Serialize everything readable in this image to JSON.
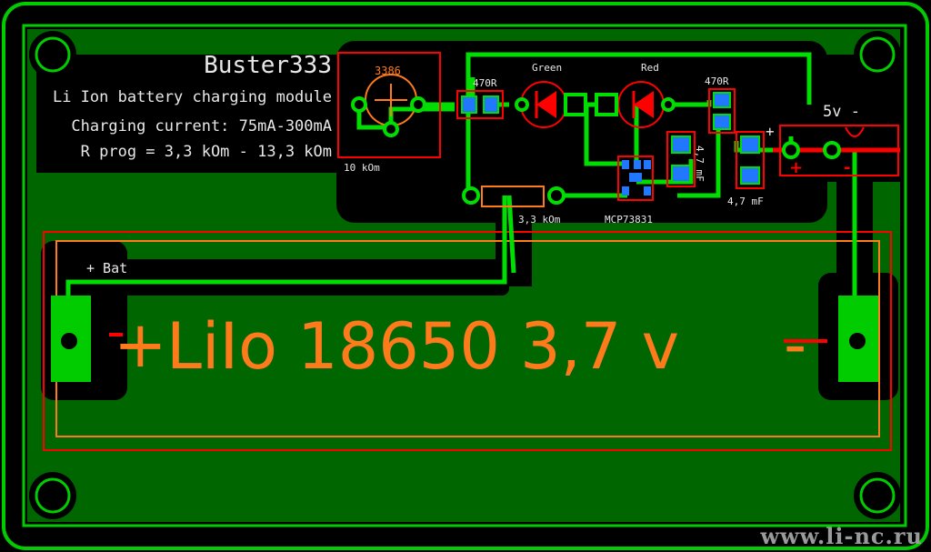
{
  "board": {
    "author": "Buster333",
    "description": "Li Ion battery charging module",
    "charging_current": "Charging current: 75mA-300mA",
    "r_prog": "R prog = 3,3 kOm - 13,3 kOm",
    "battery_label": "+ Bat",
    "main_label": "LiIo 18650 3,7 v",
    "plus_sign": "+",
    "minus_sign": "-",
    "watermark": "www.li-nc.ru"
  },
  "components": {
    "trimmer_code": "3386",
    "trimmer_value": "10 kOm",
    "resistor_470_left": "470R",
    "resistor_470_right": "470R",
    "led_green": "Green",
    "led_red": "Red",
    "cap_left": "4,7 mF",
    "cap_right": "4,7 mF",
    "resistor_prog": "3,3 kOm",
    "ic": "MCP73831",
    "power_label": "5v -",
    "power_plus": "+",
    "power_plus_red": "+",
    "power_minus_red": "-"
  },
  "colors": {
    "board_border": "#00cc00",
    "copper": "#006600",
    "trace": "#00dd00",
    "smd_pad": "#2277ff",
    "outline": "#ff0000",
    "silk": "#e8e8e8",
    "label": "#ff7a1a"
  }
}
